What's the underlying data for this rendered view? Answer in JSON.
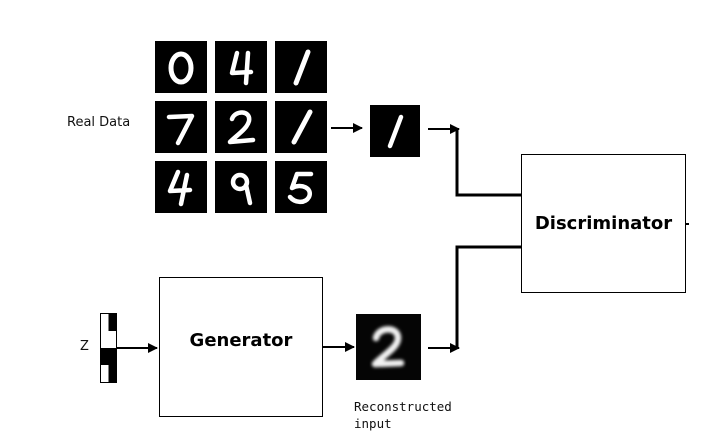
{
  "labels": {
    "real_data": "Real Data",
    "z": "Z",
    "reconstructed": "Reconstructed\ninput"
  },
  "blocks": {
    "generator": "Generator",
    "discriminator": "Discriminator"
  },
  "real_digit_grid": [
    "0",
    "4",
    "1",
    "7",
    "2",
    "1",
    "4",
    "9",
    "5"
  ],
  "sampled_real_digit": "1",
  "generated_digit": "2",
  "noise_vector": [
    0,
    1,
    0,
    0,
    1,
    1,
    0,
    1
  ]
}
